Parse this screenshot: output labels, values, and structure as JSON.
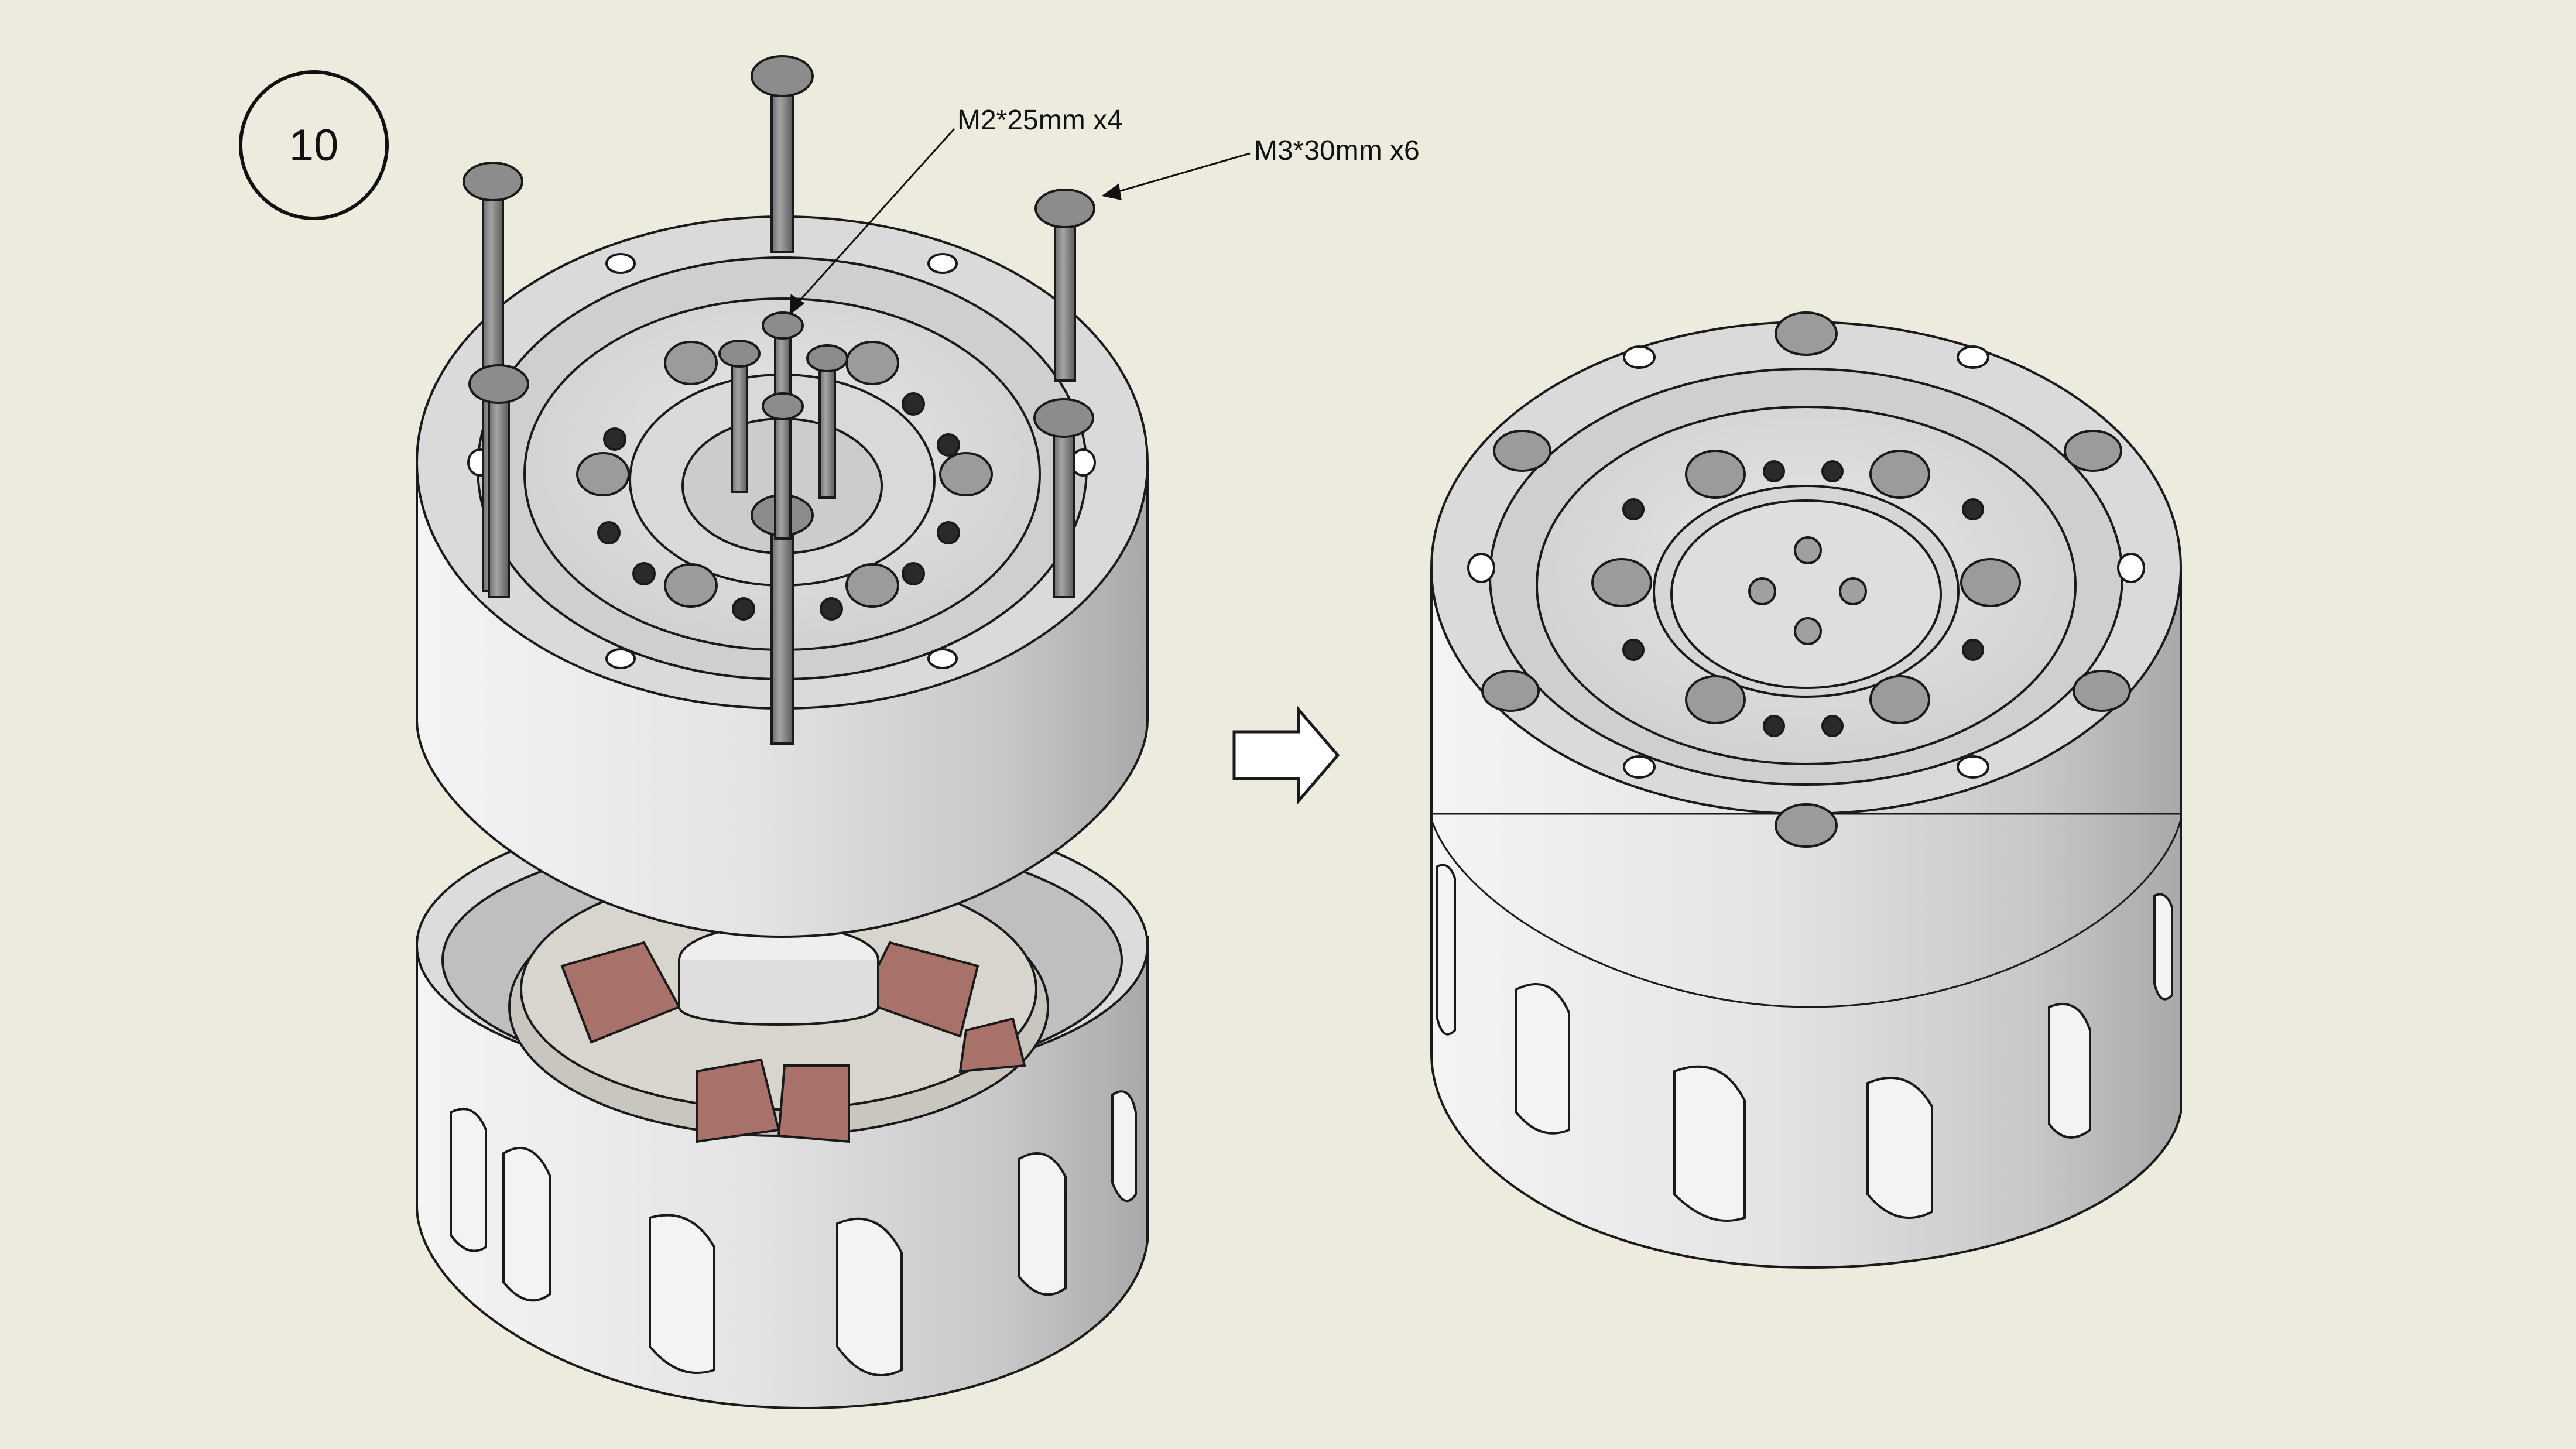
{
  "step": {
    "number": "10"
  },
  "callouts": {
    "m2": "M2*25mm x4",
    "m3": "M3*30mm x6"
  },
  "colors": {
    "background": "#ecebdd",
    "metal_light": "#e6e6e6",
    "metal_mid": "#c4c4c4",
    "metal_dark": "#7a7a7a",
    "screw": "#8a8a8a",
    "copper": "#a8716a",
    "outline": "#1a1a1a"
  },
  "icons": {
    "transition": "hollow-right-arrow-icon"
  }
}
